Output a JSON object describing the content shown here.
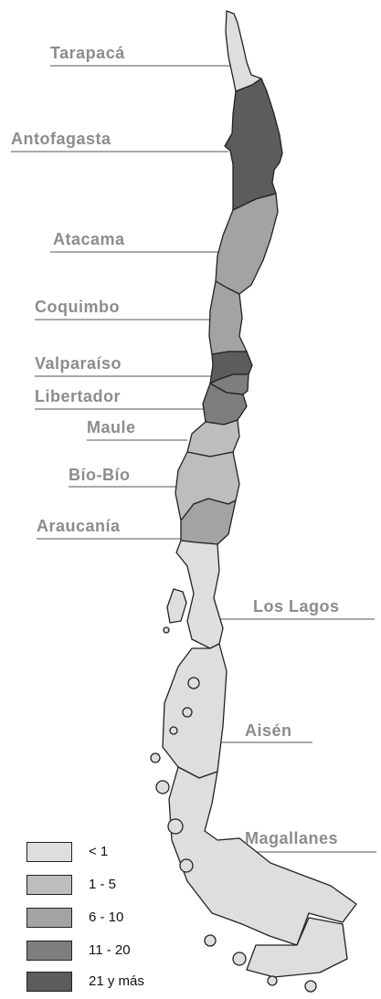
{
  "regions": [
    {
      "id": "tarapaca",
      "name": "Tarapacá",
      "class": "< 1"
    },
    {
      "id": "antofagasta",
      "name": "Antofagasta",
      "class": "21 y más"
    },
    {
      "id": "atacama",
      "name": "Atacama",
      "class": "6 - 10"
    },
    {
      "id": "coquimbo",
      "name": "Coquimbo",
      "class": "6 - 10"
    },
    {
      "id": "valparaiso",
      "name": "Valparaíso",
      "class": "21 y más"
    },
    {
      "id": "libertador",
      "name": "Libertador",
      "class": "11 - 20"
    },
    {
      "id": "maule",
      "name": "Maule",
      "class": "1 - 5"
    },
    {
      "id": "biobio",
      "name": "Bío-Bío",
      "class": "1 - 5"
    },
    {
      "id": "araucania",
      "name": "Araucanía",
      "class": "6 - 10"
    },
    {
      "id": "loslagos",
      "name": "Los Lagos",
      "class": "< 1"
    },
    {
      "id": "aisen",
      "name": "Aisén",
      "class": "< 1"
    },
    {
      "id": "magallanes",
      "name": "Magallanes",
      "class": "< 1"
    }
  ],
  "legend": [
    {
      "label": "< 1",
      "color": "#dedede"
    },
    {
      "label": "1 - 5",
      "color": "#bdbdbd"
    },
    {
      "label": "6 - 10",
      "color": "#a3a3a3"
    },
    {
      "label": "11 - 20",
      "color": "#7e7e7e"
    },
    {
      "label": "21 y más",
      "color": "#5c5c5c"
    }
  ],
  "colors": {
    "label_text": "#8c8c8c",
    "leader_line": "#777777",
    "border": "#222222"
  }
}
